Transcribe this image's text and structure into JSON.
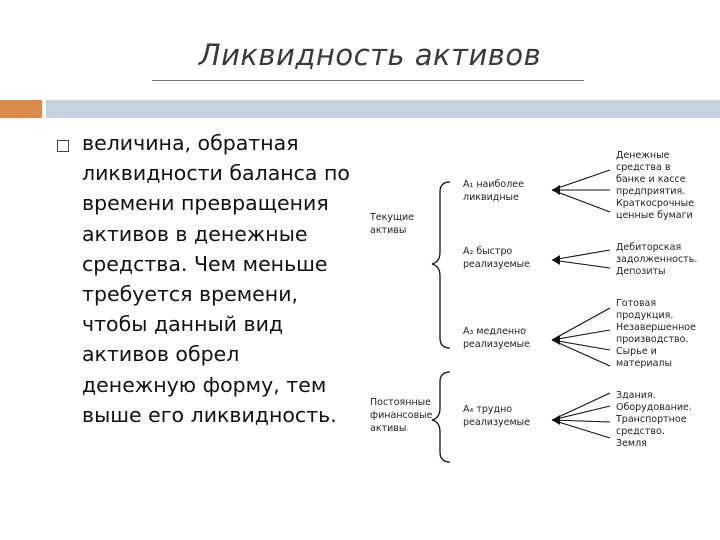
{
  "slide": {
    "title": "Ликвидность активов",
    "bullet_text": "величина, обратная ликвидности баланса по времени превращения активов в денежные средства. Чем меньше требуется времени, чтобы данный вид активов обрел денежную форму, тем выше его ликвидность."
  },
  "diagram": {
    "group_current": [
      "Текущие",
      "активы"
    ],
    "group_fixed": [
      "Постоянные",
      "финансовые",
      "активы"
    ],
    "categories": [
      {
        "label": [
          "A₁ наиболее",
          "ликвидные"
        ],
        "items": [
          "Денежные",
          "средства в",
          "банке и кассе",
          "предприятия.",
          "Краткосрочные",
          "ценные бумаги"
        ]
      },
      {
        "label": [
          "A₂ быстро",
          "реализуемые"
        ],
        "items": [
          "Дебиторская",
          "задолженность.",
          "Депозиты"
        ]
      },
      {
        "label": [
          "A₃ медленно",
          "реализуемые"
        ],
        "items": [
          "Готовая",
          "продукция.",
          "Незавершенное",
          "производство.",
          "Сырье и",
          "материалы"
        ]
      },
      {
        "label": [
          "A₄ трудно",
          "реализуемые"
        ],
        "items": [
          "Здания.",
          "Оборудование.",
          "Транспортное",
          "средство.",
          "Земля"
        ]
      }
    ]
  }
}
